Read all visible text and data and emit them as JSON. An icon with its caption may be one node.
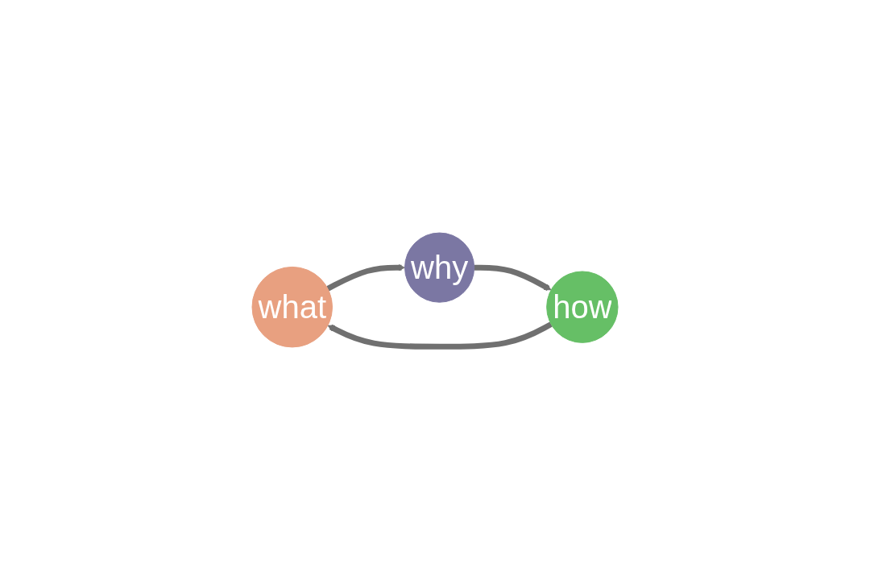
{
  "diagram": {
    "nodes": [
      {
        "text": [
          "what"
        ]
      },
      {
        "text": [
          "why"
        ]
      },
      {
        "text": [
          "how"
        ]
      }
    ],
    "edges": [
      {
        "from": 0,
        "to": 1,
        "arrow": "to"
      },
      {
        "from": 1,
        "to": 2,
        "arrow": "to"
      },
      {
        "from": 2,
        "to": 0,
        "arrow": "to"
      }
    ]
  }
}
